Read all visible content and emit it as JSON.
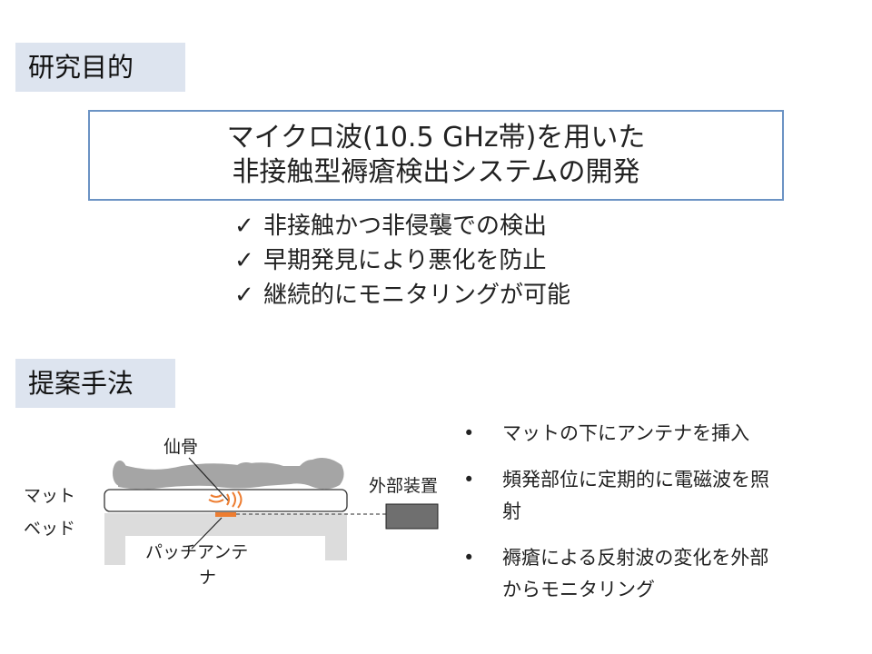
{
  "headings": {
    "purpose": "研究目的",
    "method": "提案手法"
  },
  "purpose_box": {
    "line1": "マイクロ波(10.5 GHz帯)を用いた",
    "line2": "非接触型褥瘡検出システムの開発"
  },
  "checklist": [
    {
      "mark": "✓",
      "text": "非接触かつ非侵襲での検出"
    },
    {
      "mark": "✓",
      "text": "早期発見により悪化を防止"
    },
    {
      "mark": "✓",
      "text": "継続的にモニタリングが可能"
    }
  ],
  "diagram": {
    "sacrum": "仙骨",
    "mat": "マット",
    "bed": "ベッド",
    "patch_antenna_line1": "パッチアンテ",
    "patch_antenna_line2": "ナ",
    "external_device": "外部装置",
    "colors": {
      "body": "#a5a5a5",
      "antenna": "#ed7d31",
      "device": "#6f6f6f",
      "bed": "#dcdcdc"
    }
  },
  "method_bullets": [
    {
      "bullet": "•",
      "lines": [
        "マットの下にアンテナを挿入"
      ]
    },
    {
      "bullet": "•",
      "lines": [
        "頻発部位に定期的に電磁波を照",
        "射"
      ]
    },
    {
      "bullet": "•",
      "lines": [
        "褥瘡による反射波の変化を外部",
        "からモニタリング"
      ]
    }
  ]
}
